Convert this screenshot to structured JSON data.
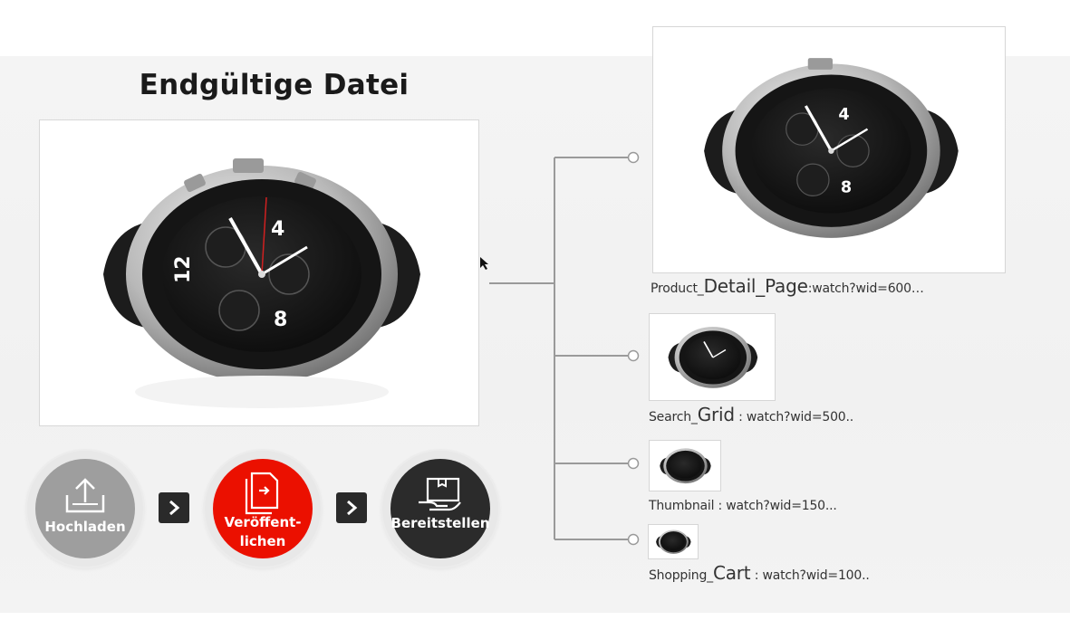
{
  "title": "Endgültige Datei",
  "renditions": [
    {
      "prefix": "Product_",
      "big": "Detail_Page",
      "suffix": ":watch?wid=600…"
    },
    {
      "prefix": "Search_",
      "big": "Grid",
      "suffix": " : watch?wid=500.."
    },
    {
      "prefix": "Thumbnail",
      "big": "",
      "suffix": " : watch?wid=150..."
    },
    {
      "prefix": "Shopping_",
      "big": "Cart",
      "suffix": " : watch?wid=100.."
    }
  ],
  "workflow": [
    {
      "label": "Hochladen",
      "color": "#9e9e9e",
      "icon": "upload-icon"
    },
    {
      "label_line1": "Veröffent-",
      "label_line2": "lichen",
      "color": "#eb1000",
      "icon": "publish-icon"
    },
    {
      "label": "Bereitstellen",
      "color": "#2b2b2b",
      "icon": "deliver-icon"
    }
  ]
}
